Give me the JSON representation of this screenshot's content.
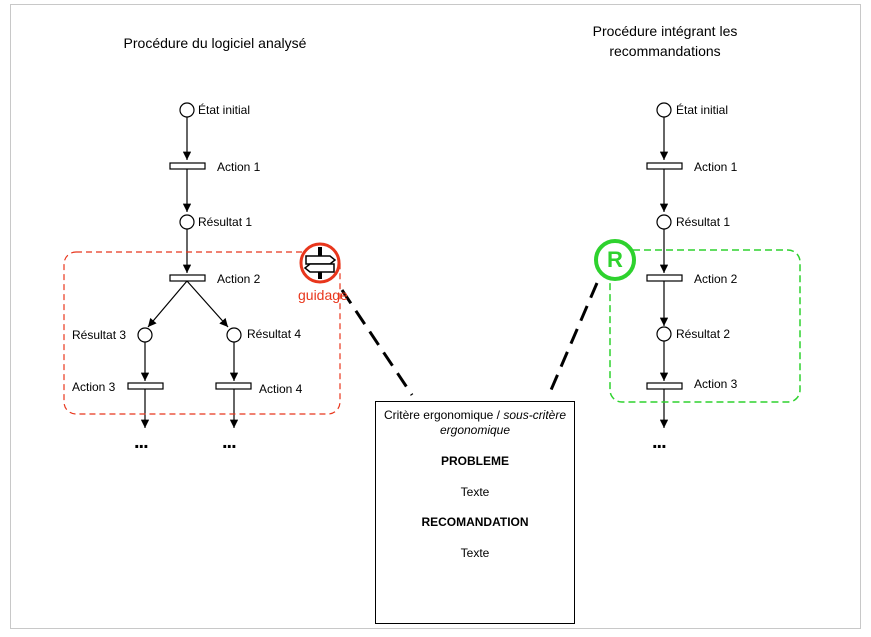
{
  "left_title": "Procédure du logiciel analysé",
  "right_title_line1": "Procédure intégrant les",
  "right_title_line2": "recommandations",
  "left": {
    "etat_initial": "État initial",
    "action1": "Action 1",
    "resultat1": "Résultat 1",
    "action2": "Action 2",
    "resultat3": "Résultat 3",
    "resultat4": "Résultat 4",
    "action3": "Action 3",
    "action4": "Action 4",
    "ellipsis_a": "...",
    "ellipsis_b": "..."
  },
  "right": {
    "etat_initial": "État initial",
    "action1": "Action 1",
    "resultat1": "Résultat 1",
    "action2": "Action 2",
    "resultat2": "Résultat 2",
    "action3": "Action 3",
    "ellipsis": "..."
  },
  "guidage_label": "guidage",
  "recommendation_badge": "R",
  "card": {
    "criterion": "Critère ergonomique / ",
    "subcriterion": "sous-critère ergonomique",
    "problem_heading": "PROBLEME",
    "problem_text": "Texte",
    "recommendation_heading": "RECOMANDATION",
    "recommendation_text": "Texte"
  },
  "colors": {
    "guidage_red": "#e8361c",
    "dashed_red": "#e8361c",
    "recommendation_green": "#2ed22e"
  }
}
